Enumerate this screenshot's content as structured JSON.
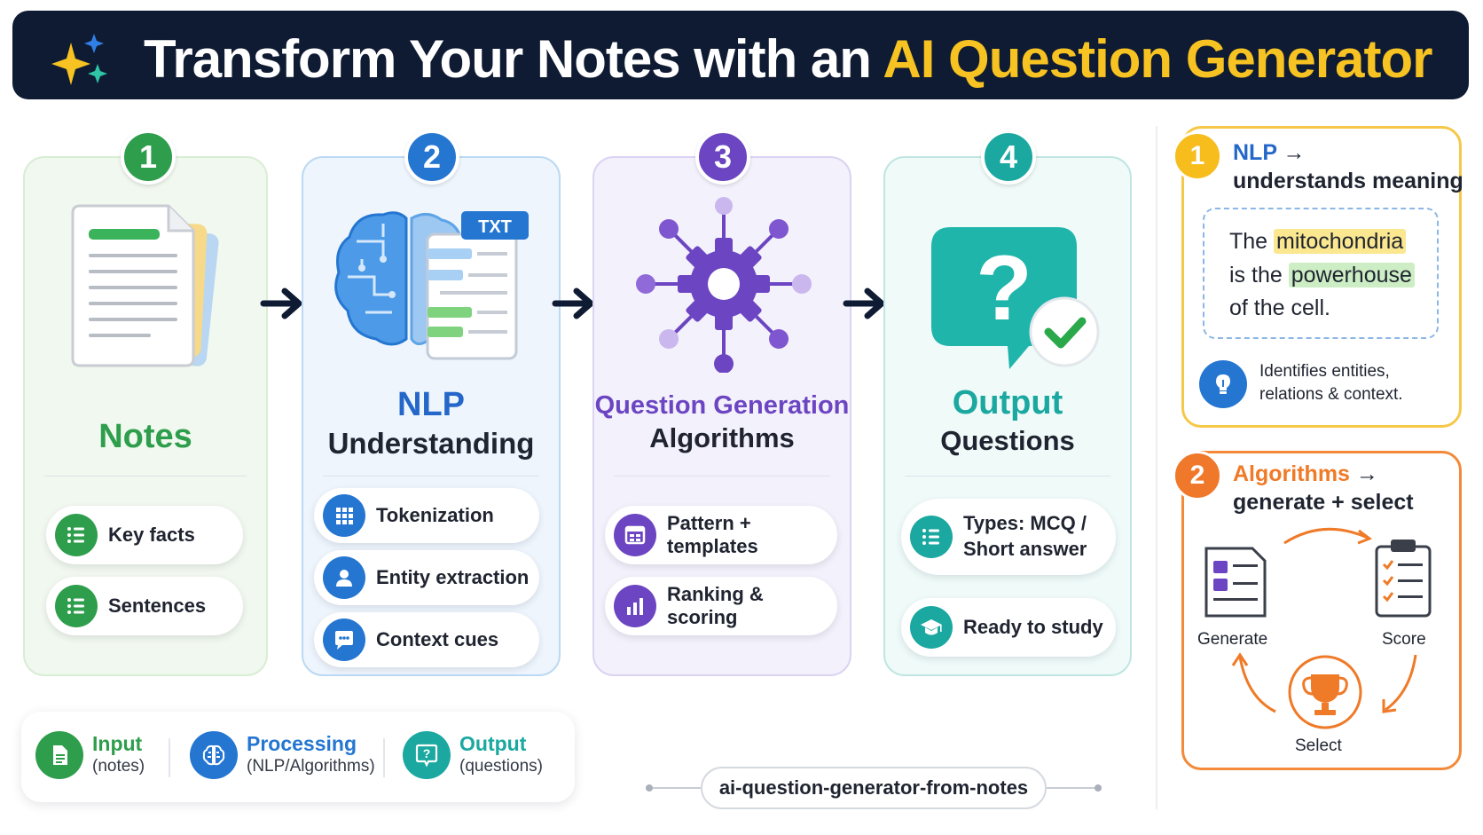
{
  "header": {
    "title_main": "Transform Your Notes with an ",
    "title_highlight": "AI Question Generator"
  },
  "steps": [
    {
      "number": "1",
      "title": "Notes",
      "items": [
        "Key facts",
        "Sentences"
      ]
    },
    {
      "number": "2",
      "title_line1": "NLP",
      "title_line2": "Understanding",
      "doc_tag": "TXT",
      "items": [
        "Tokenization",
        "Entity extraction",
        "Context cues"
      ]
    },
    {
      "number": "3",
      "title_line1": "Question Generation",
      "title_line2": "Algorithms",
      "items": [
        "Pattern + templates",
        "Ranking & scoring"
      ]
    },
    {
      "number": "4",
      "title_line1": "Output",
      "title_line2": "Questions",
      "items": [
        "Types: MCQ /",
        "Short answer",
        "Ready to study"
      ]
    }
  ],
  "legend": [
    {
      "title": "Input",
      "sub": "(notes)"
    },
    {
      "title": "Processing",
      "sub": "(NLP/Algorithms)"
    },
    {
      "title": "Output",
      "sub": "(questions)"
    }
  ],
  "slug": "ai-question-generator-from-notes",
  "panel1": {
    "number": "1",
    "key": "NLP",
    "arrow": " →",
    "line2": "understands meaning",
    "quote": {
      "w1": "The ",
      "h1": "mitochondria",
      "w2": "is the ",
      "h2": "powerhouse",
      "w3": "of the cell."
    },
    "note_line1": "Identifies entities,",
    "note_line2": "relations & context."
  },
  "panel2": {
    "number": "2",
    "key": "Algorithms",
    "arrow": " →",
    "line2": "generate + select",
    "cycle": [
      "Generate",
      "Score",
      "Select"
    ]
  },
  "colors": {
    "header_bg": "#0f1b33",
    "title_accent": "#f7c322",
    "step1": "#2e9e4c",
    "step2": "#2476d1",
    "step3": "#6c45c2",
    "step4": "#1aa8a0",
    "panel1": "#f6c84a",
    "panel2": "#f28a3a"
  }
}
